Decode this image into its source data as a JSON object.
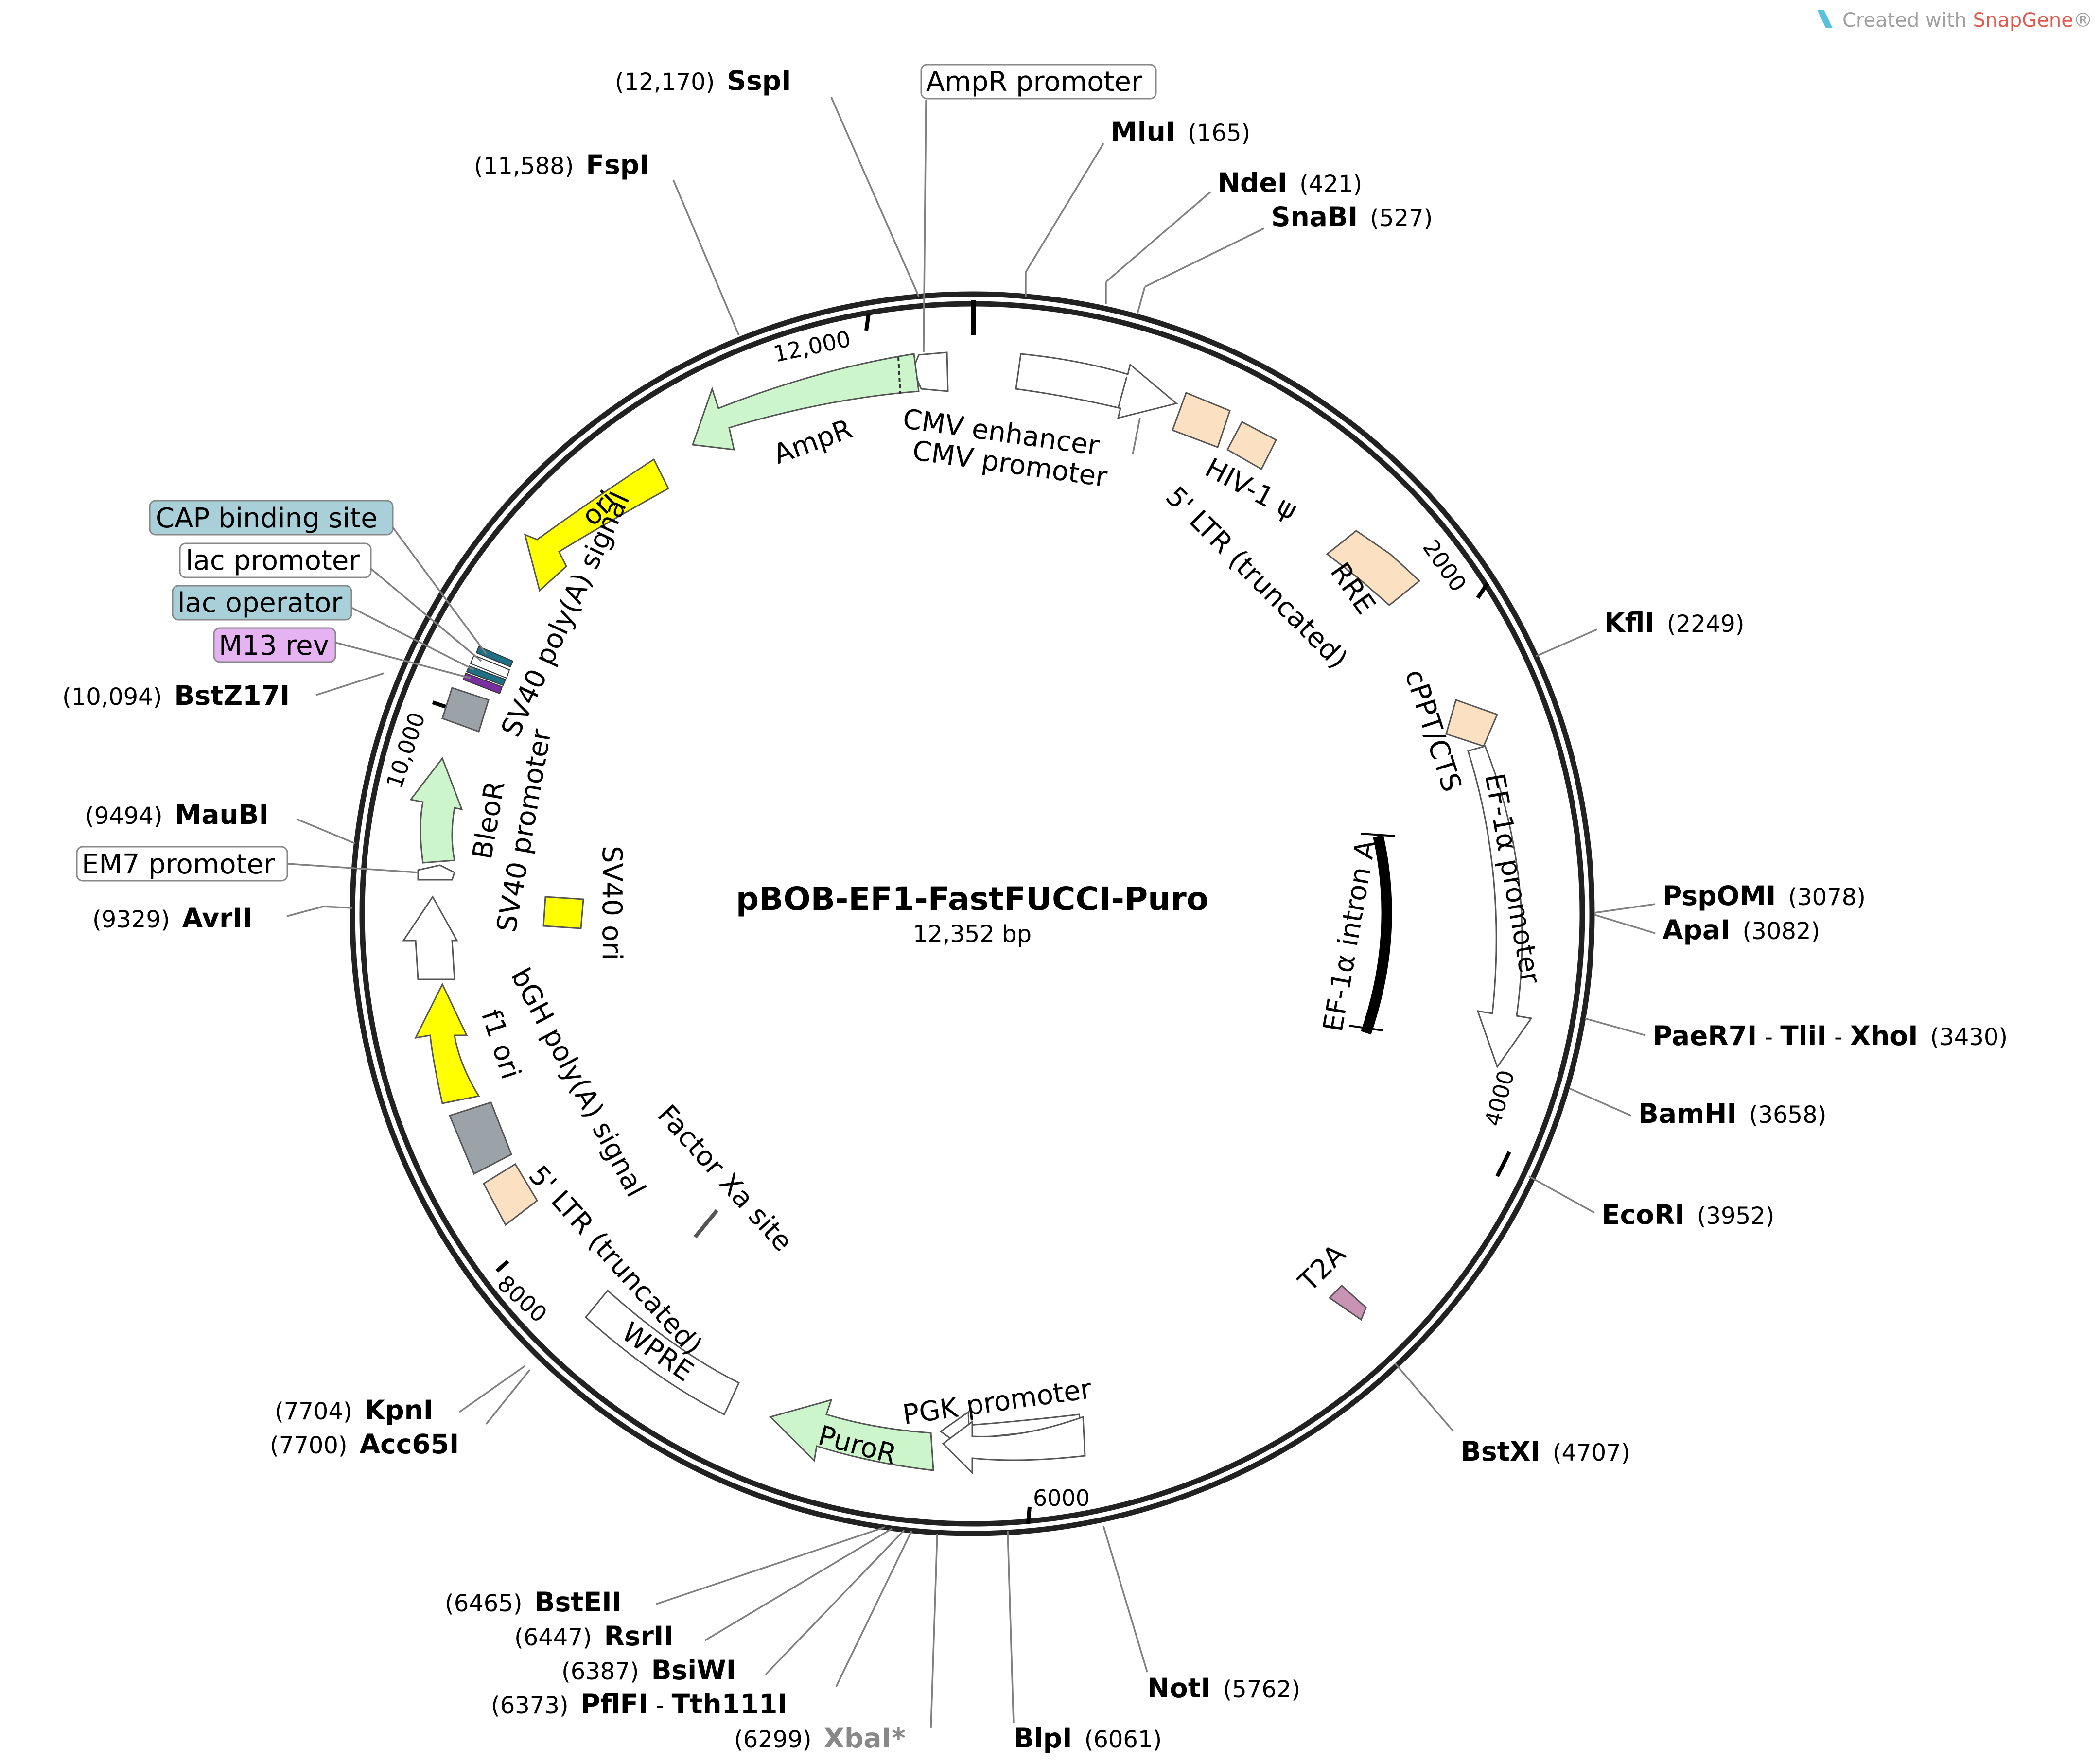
{
  "credit": {
    "prefix": "Created with ",
    "brand": "SnapGene",
    "suffix": "®"
  },
  "plasmid": {
    "name": "pBOB-EF1-FastFUCCI-Puro",
    "size": "12,352 bp"
  },
  "ticks": [
    "12,000",
    "2000",
    "4000",
    "6000",
    "8000",
    "10,000"
  ],
  "features": {
    "ampr_promoter": "AmpR promoter",
    "cmv_enhancer": "CMV enhancer",
    "cmv_promoter": "CMV promoter",
    "hiv_psi": "HIV-1 ψ",
    "ltr5_top": "5' LTR (truncated)",
    "rre": "RRE",
    "cppt": "cPPT/CTS",
    "ef1a_promoter": "EF-1α promoter",
    "ef1a_intron": "EF-1α intron A",
    "t2a": "T2A",
    "pgk_promoter": "PGK promoter",
    "puror": "PuroR",
    "wpre": "WPRE",
    "ltr5_bottom": "5' LTR (truncated)",
    "factor_xa": "Factor Xa site",
    "bgh": "bGH poly(A) signal",
    "f1ori": "f1 ori",
    "sv40_ori": "SV40 ori",
    "sv40_promoter": "SV40 promoter",
    "bleor": "BleoR",
    "sv40_polya": "SV40 poly(A) signal",
    "ori": "ori",
    "ampr": "AmpR",
    "em7": "EM7 promoter",
    "cap": "CAP binding site",
    "lac_promoter": "lac promoter",
    "lac_operator": "lac operator",
    "m13rev": "M13 rev"
  },
  "sites": {
    "sspi": {
      "name": "SspI",
      "pos": "(12,170)"
    },
    "fspi": {
      "name": "FspI",
      "pos": "(11,588)"
    },
    "mlui": {
      "name": "MluI",
      "pos": "(165)"
    },
    "ndei": {
      "name": "NdeI",
      "pos": "(421)"
    },
    "snabi": {
      "name": "SnaBI",
      "pos": "(527)"
    },
    "kfli": {
      "name": "KflI",
      "pos": "(2249)"
    },
    "pspomi": {
      "name": "PspOMI",
      "pos": "(3078)"
    },
    "apai": {
      "name": "ApaI",
      "pos": "(3082)"
    },
    "paer7i": {
      "name": "PaeR7I",
      "sep1": " - ",
      "name2": "TliI",
      "sep2": " - ",
      "name3": "XhoI",
      "pos": "(3430)"
    },
    "bamhi": {
      "name": "BamHI",
      "pos": "(3658)"
    },
    "ecori": {
      "name": "EcoRI",
      "pos": "(3952)"
    },
    "bstxi": {
      "name": "BstXI",
      "pos": "(4707)"
    },
    "noti": {
      "name": "NotI",
      "pos": "(5762)"
    },
    "blpi": {
      "name": "BlpI",
      "pos": "(6061)"
    },
    "xbai": {
      "name": "XbaI*",
      "pos": "(6299)"
    },
    "pflfi": {
      "name": "PflFI",
      "sep": " - ",
      "name2": "Tth111I",
      "pos": "(6373)"
    },
    "bsiwi": {
      "name": "BsiWI",
      "pos": "(6387)"
    },
    "rsrii": {
      "name": "RsrII",
      "pos": "(6447)"
    },
    "bsteii": {
      "name": "BstEII",
      "pos": "(6465)"
    },
    "kpni": {
      "name": "KpnI",
      "pos": "(7704)"
    },
    "acc65i": {
      "name": "Acc65I",
      "pos": "(7700)"
    },
    "avrii": {
      "name": "AvrII",
      "pos": "(9329)"
    },
    "maubi": {
      "name": "MauBI",
      "pos": "(9494)"
    },
    "bstz17i": {
      "name": "BstZ17I",
      "pos": "(10,094)"
    }
  },
  "colors": {
    "ampr": "#ccf5cc",
    "ori": "#ffff00",
    "ltr": "#fce0c2",
    "gray": "#9ca3a8",
    "cap": "#a9cfd8",
    "m13": "#e6b3f2",
    "t2a": "#c994b4",
    "brand": "#e05a4e"
  }
}
